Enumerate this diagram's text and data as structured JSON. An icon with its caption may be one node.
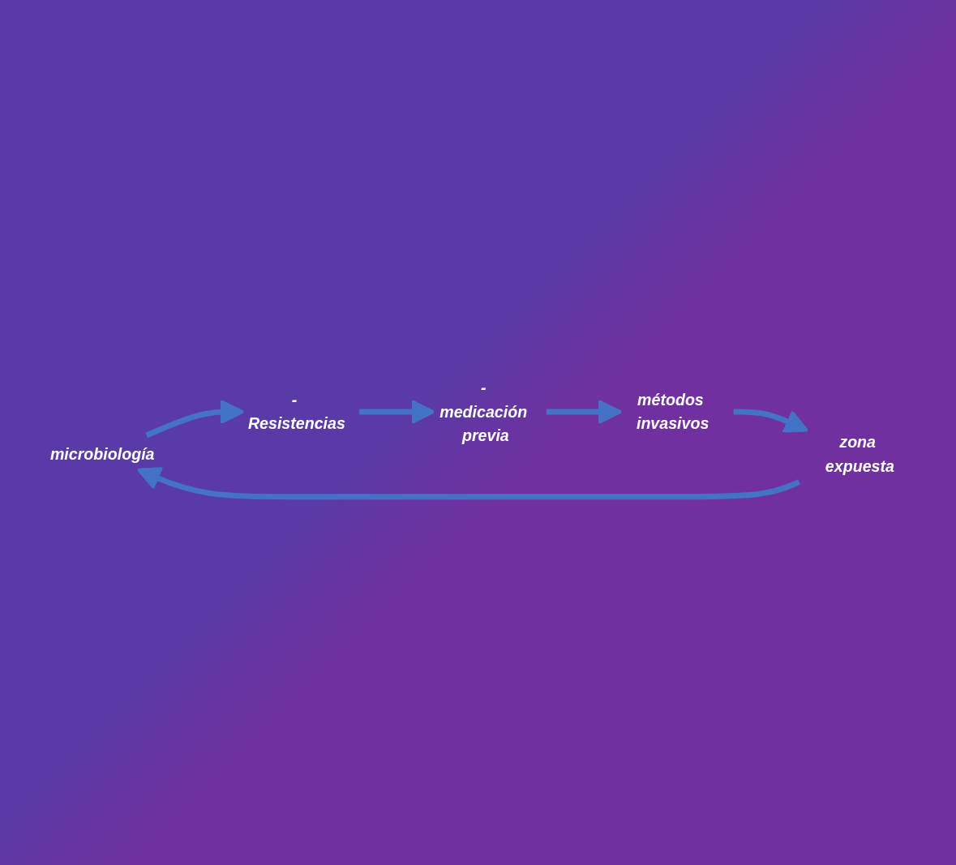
{
  "diagram": {
    "nodes": [
      {
        "text": [
          "microbiología"
        ]
      },
      {
        "text": [
          "- Resistencias"
        ]
      },
      {
        "text": [
          "- medicación previa"
        ]
      },
      {
        "text": [
          "métodos invasivos"
        ]
      },
      {
        "text": [
          "zona expuesta"
        ]
      }
    ],
    "edges": [
      {
        "from": 0,
        "to": 1,
        "arrow": "to"
      },
      {
        "from": 1,
        "to": 2,
        "arrow": "to"
      },
      {
        "from": 2,
        "to": 3,
        "arrow": "to"
      },
      {
        "from": 3,
        "to": 4,
        "arrow": "to"
      },
      {
        "from": 4,
        "to": 0,
        "arrow": "to"
      }
    ]
  }
}
